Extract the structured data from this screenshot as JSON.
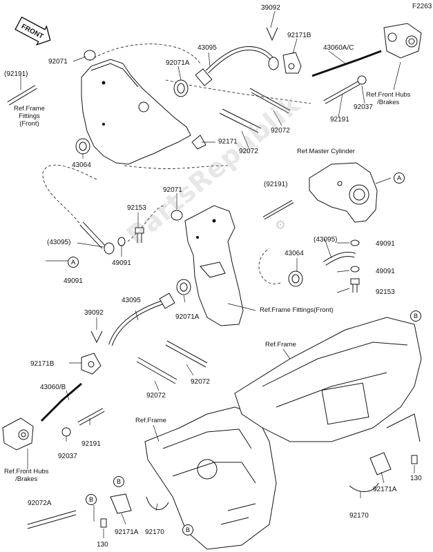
{
  "diagram_id": "F2263",
  "direction_tag": "FRONT",
  "watermark": "PartsRepublik",
  "parts": [
    "39092",
    "92171B",
    "43095",
    "43060A/C",
    "92071",
    "92071A",
    "92191",
    "92037",
    "92072",
    "92171",
    "43064",
    "92153",
    "43095",
    "49091",
    "92071",
    "92191",
    "43064",
    "43095",
    "49091",
    "92153",
    "92071A",
    "43095",
    "39092",
    "92171B",
    "43060/B",
    "92191",
    "92037",
    "92072",
    "92072",
    "92072A",
    "92171A",
    "92170",
    "130",
    "130",
    "92171A",
    "92170",
    "43095"
  ],
  "labels": {
    "p39092_top": "39092",
    "p92171b_top": "92171B",
    "p43095_top": "43095",
    "p43060ac": "43060A/C",
    "p92071_top": "92071",
    "p92071a_top": "92071A",
    "p92191_left": "(92191)",
    "p92037_top": "92037",
    "p92191_top": "92191",
    "p92072_a": "92072",
    "p92072_b": "92072",
    "p92171": "92171",
    "p43064_top": "43064",
    "p92071_mid": "92071",
    "p92153_left": "92153",
    "p43095_left": "(43095)",
    "p49091_left": "49091",
    "p49091_left2": "49091",
    "p92191_mid": "(92191)",
    "p43095_right": "(43095)",
    "p43064_mid": "43064",
    "p49091_r1": "49091",
    "p49091_r2": "49091",
    "p92153_right": "92153",
    "p92071a_mid": "92071A",
    "p43095_mid": "43095",
    "p39092_mid": "39092",
    "p92171b_mid": "92171B",
    "p43060b": "43060/B",
    "p92191_bot": "92191",
    "p92037_bot": "92037",
    "p92072_c": "92072",
    "p92072_d": "92072",
    "p92072a": "92072A",
    "p92171a_l": "92171A",
    "p92170_l": "92170",
    "p130_l": "130",
    "p130_r": "130",
    "p92171a_r": "92171A",
    "p92170_r": "92170"
  },
  "refs": {
    "frame_fittings_front_left": "Ref.Frame\nFittings\n(Front)",
    "front_hubs_top": "Ref.Front Hubs\n/Brakes",
    "master_cylinder": "Ref.Master Cylinder",
    "frame_fittings_front_mid": "Ref.Frame Fittings(Front)",
    "frame_right": "Ref.Frame",
    "frame_left": "Ref.Frame",
    "front_hubs_bottom": "Ref.Front Hubs\n/Brakes"
  },
  "callouts": {
    "a1": "A",
    "a2": "A",
    "b1": "B",
    "b2": "B",
    "b3": "B",
    "b4": "B"
  }
}
